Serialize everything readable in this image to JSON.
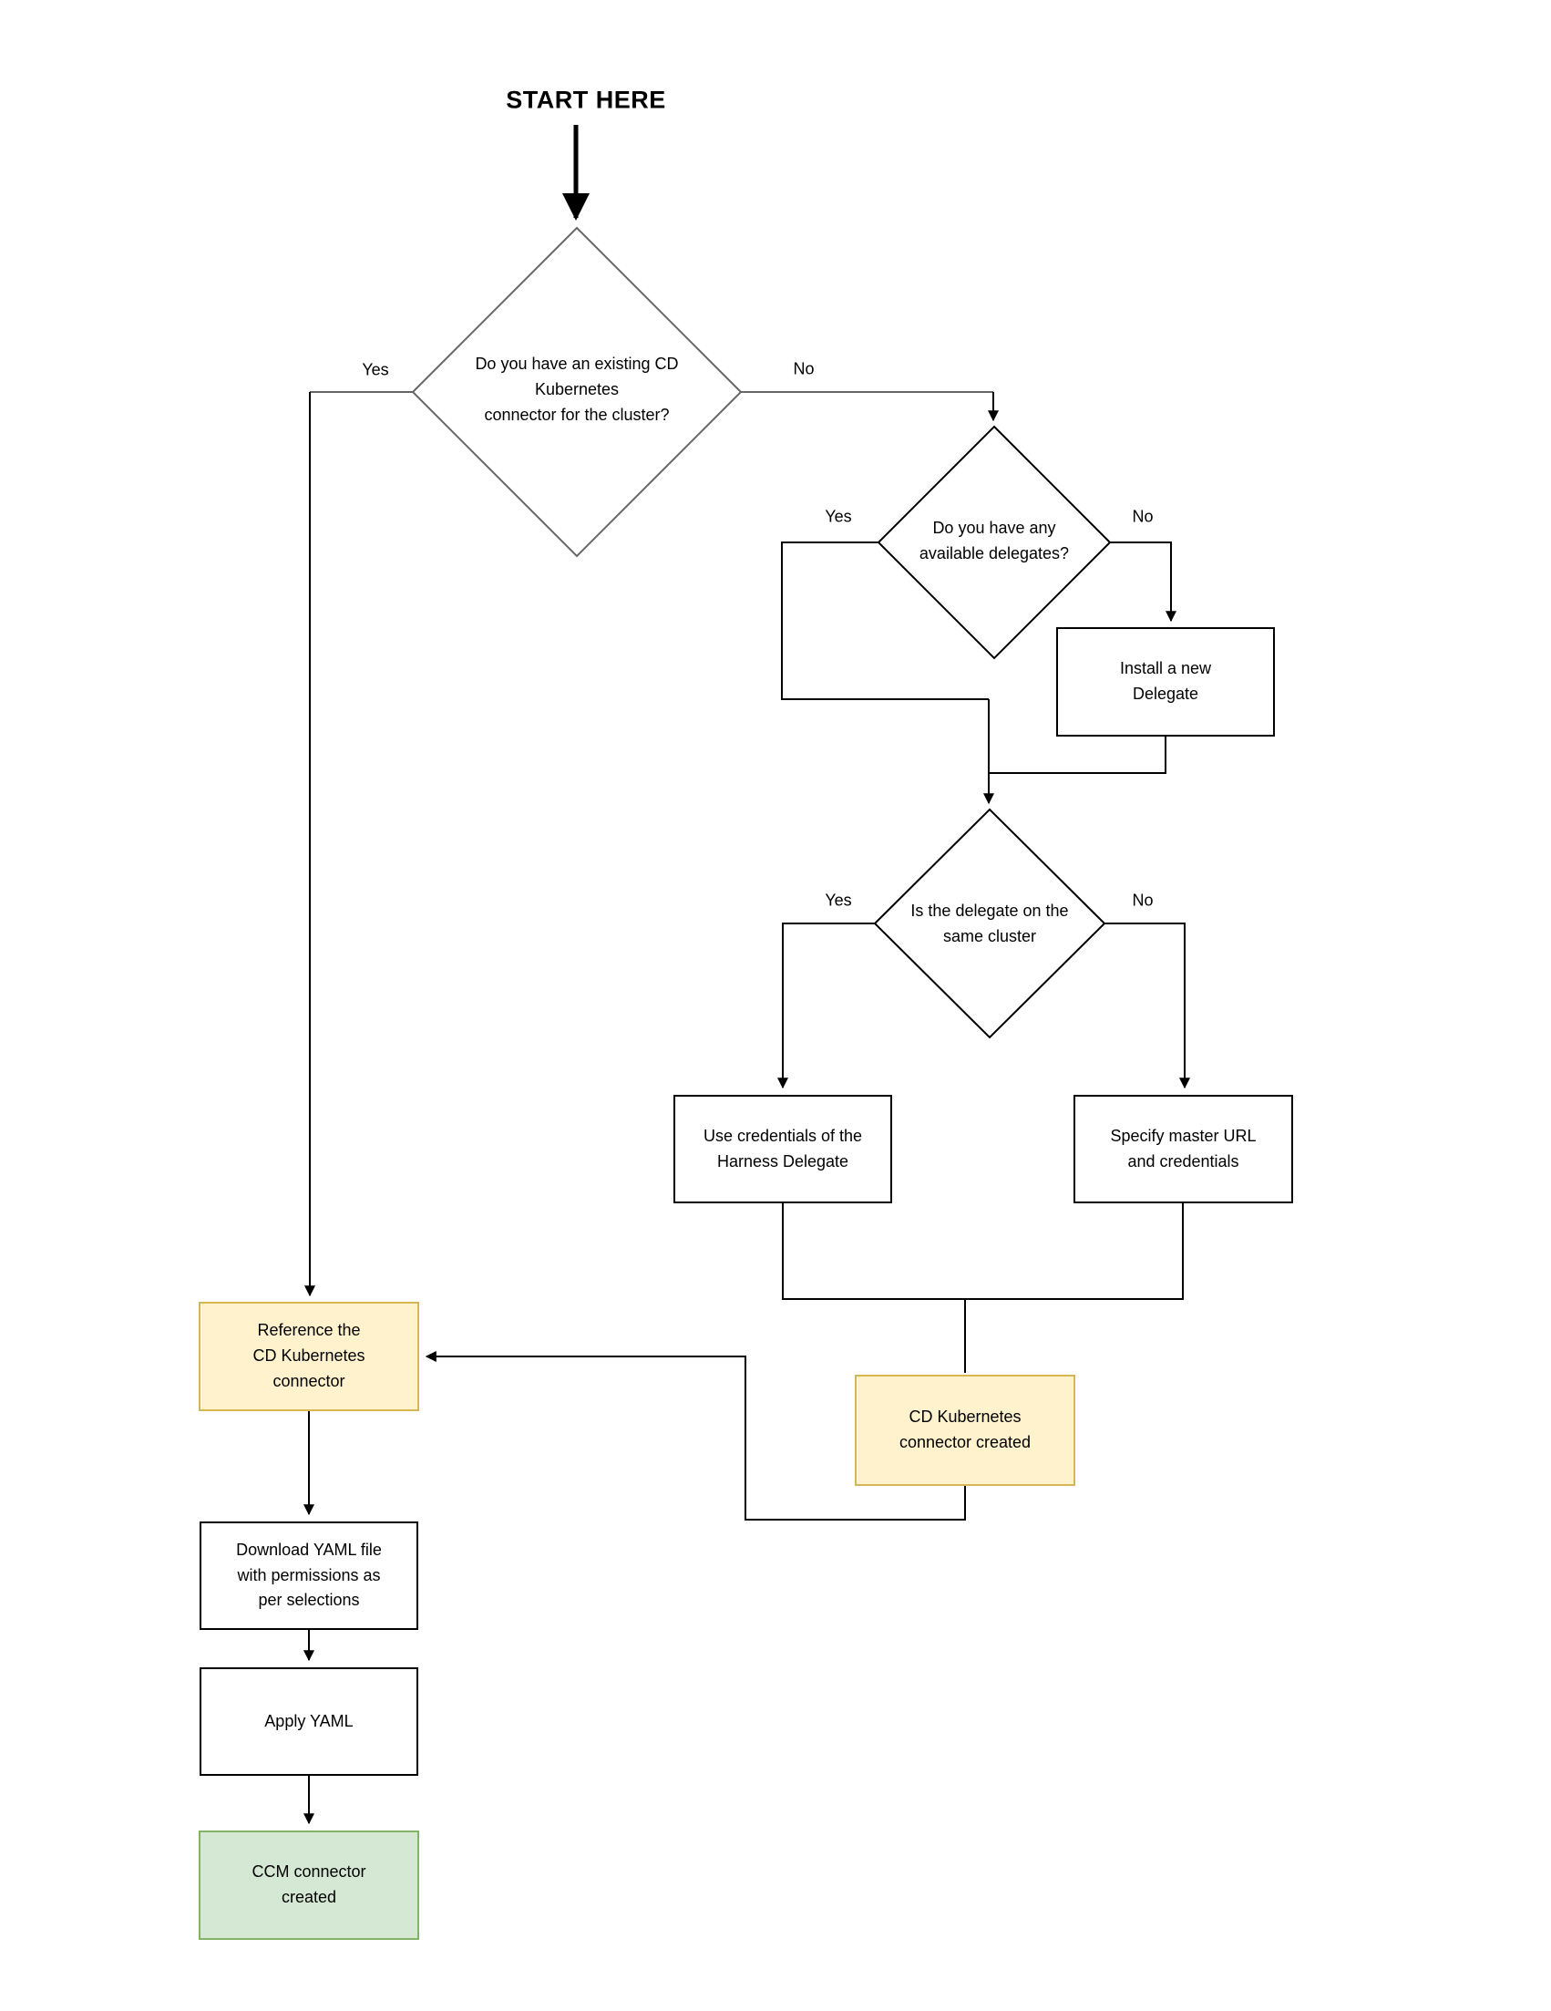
{
  "start_label": "START HERE",
  "nodes": {
    "decision_existing_connector": {
      "type": "decision",
      "label": "Do you have an existing CD\nKubernetes\nconnector for the cluster?"
    },
    "decision_available_delegates": {
      "type": "decision",
      "label": "Do you have any\navailable delegates?"
    },
    "decision_same_cluster": {
      "type": "decision",
      "label": "Is the delegate on the\nsame cluster"
    },
    "install_delegate": {
      "type": "process",
      "label": "Install a new\nDelegate"
    },
    "use_delegate_credentials": {
      "type": "process",
      "label": "Use credentials of the\nHarness Delegate"
    },
    "specify_master_url": {
      "type": "process",
      "label": "Specify master URL\nand credentials"
    },
    "reference_cd_connector": {
      "type": "highlight",
      "label": "Reference the\nCD Kubernetes\nconnector"
    },
    "cd_connector_created": {
      "type": "highlight",
      "label": "CD Kubernetes\nconnector created"
    },
    "download_yaml": {
      "type": "process",
      "label": "Download YAML file\nwith permissions as\nper selections"
    },
    "apply_yaml": {
      "type": "process",
      "label": "Apply YAML"
    },
    "ccm_connector_created": {
      "type": "success",
      "label": "CCM connector\ncreated"
    }
  },
  "edge_labels": {
    "existing_yes": "Yes",
    "existing_no": "No",
    "delegates_yes": "Yes",
    "delegates_no": "No",
    "same_cluster_yes": "Yes",
    "same_cluster_no": "No"
  },
  "colors": {
    "highlight_fill": "#FFF2CC",
    "highlight_border": "#D6B656",
    "success_fill": "#D5E8D4",
    "success_border": "#82B366",
    "decision1_stroke": "#666666",
    "line": "#000000"
  }
}
